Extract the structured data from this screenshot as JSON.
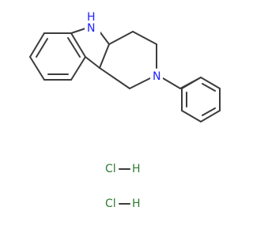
{
  "molecule": {
    "atoms": {
      "indole_n": "N",
      "indole_h": "H",
      "piperidine_n": "N"
    },
    "salts": [
      {
        "cl": "Cl",
        "h": "H"
      },
      {
        "cl": "Cl",
        "h": "H"
      }
    ]
  },
  "colors": {
    "bond": "#3c3c3c",
    "nitrogen": "#2020ff",
    "chlorine": "#2e7d32"
  }
}
